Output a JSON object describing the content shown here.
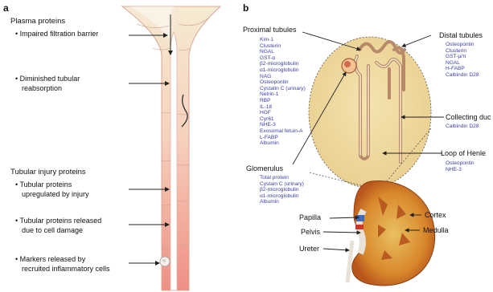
{
  "panel_a": {
    "letter": "a",
    "plasma_header": "Plasma proteins",
    "plasma_items": [
      "Impaired filtration barrier",
      "Diminished tubular",
      "reabsorption"
    ],
    "injury_header": "Tubular injury proteins",
    "injury_items": [
      [
        "Tubular proteins",
        "upregulated by injury"
      ],
      [
        "Tubular proteins released",
        "due to cell damage"
      ],
      [
        "Markers released by",
        "recruited inflammatory cells"
      ]
    ]
  },
  "panel_b": {
    "letter": "b",
    "proximal": {
      "label": "Proximal tubules",
      "markers": [
        "Kim-1",
        "Clusterin",
        "NGAL",
        "GST-α",
        "β2-microglobulin",
        "α1-microglobulin",
        "NAG",
        "Osteopontin",
        "Cystatin C (urinary)",
        "Netrin-1",
        "RBP",
        "IL-18",
        "HGF",
        "Cyr61",
        "NHE-3",
        "Exosomal fetuin-A",
        "L-FABP",
        "Albumin"
      ]
    },
    "glomerulus": {
      "label": "Glomerulus",
      "markers": [
        "Total protein",
        "Cystain C (urinary)",
        "β2-microglobulin",
        "α1-microglobulin",
        "Albumin"
      ]
    },
    "distal": {
      "label": "Distal tubules",
      "markers": [
        "Osteopontin",
        "Clusterin",
        "GST-μ/π",
        "NGAL",
        "H-FABP",
        "Calbindin D28"
      ]
    },
    "collecting": {
      "label": "Collecting duc",
      "markers": [
        "Calbindin D28"
      ]
    },
    "loop": {
      "label": "Loop of Henle",
      "markers": [
        "Osteopontin",
        "NHE-3"
      ]
    },
    "kidney_labels": {
      "papilla": "Papilla",
      "pelvis": "Pelvis",
      "ureter": "Ureter",
      "cortex": "Cortex",
      "medulla": "Medulla"
    }
  }
}
